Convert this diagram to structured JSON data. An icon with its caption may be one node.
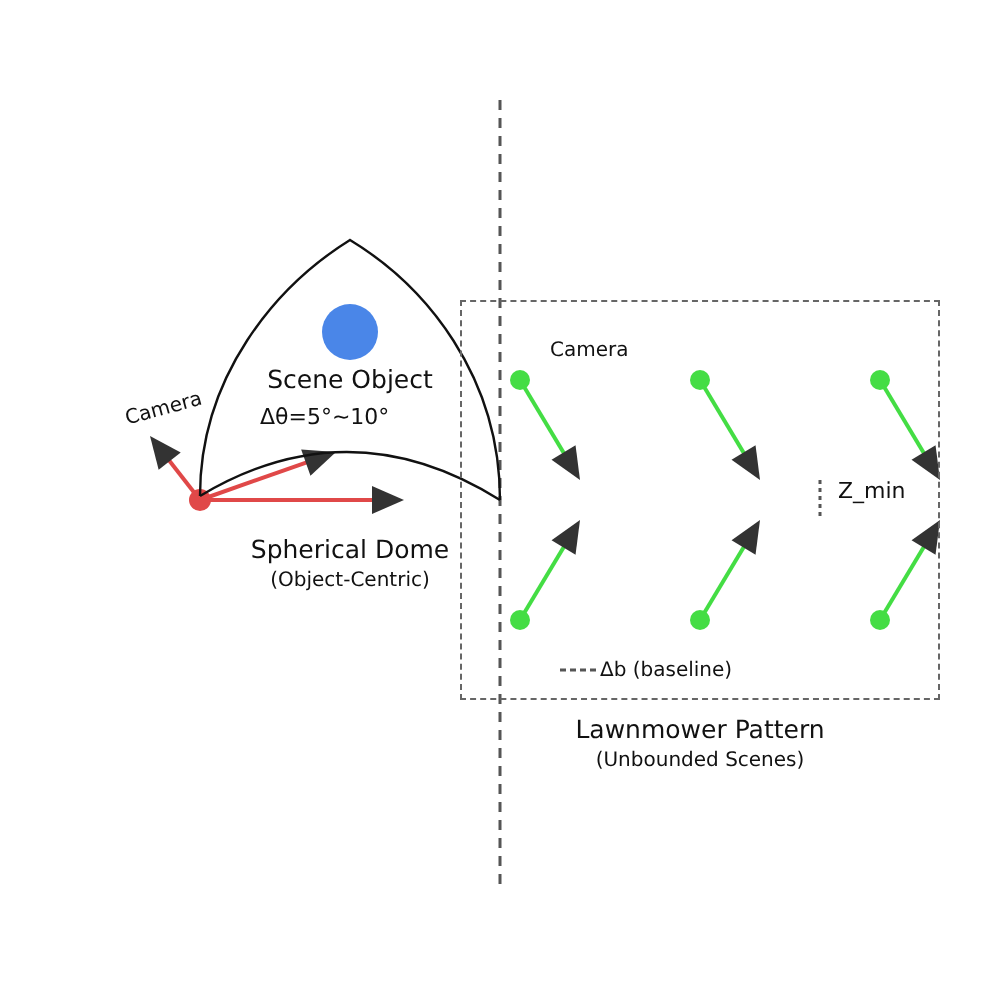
{
  "diagram": {
    "nodes": [
      {
        "text": [
          "Spherical Dome",
          "(Object-Centric)"
        ]
      },
      {
        "text": [
          "Scene Object"
        ],
        "in": 0
      },
      {
        "text": [
          "Lawnmower Pattern",
          "(Unbounded Scenes)"
        ]
      }
    ],
    "labels": [
      "Camera",
      "Δθ=5°~10°",
      "Camera",
      "Z_min",
      "Δb (baseline)"
    ]
  }
}
